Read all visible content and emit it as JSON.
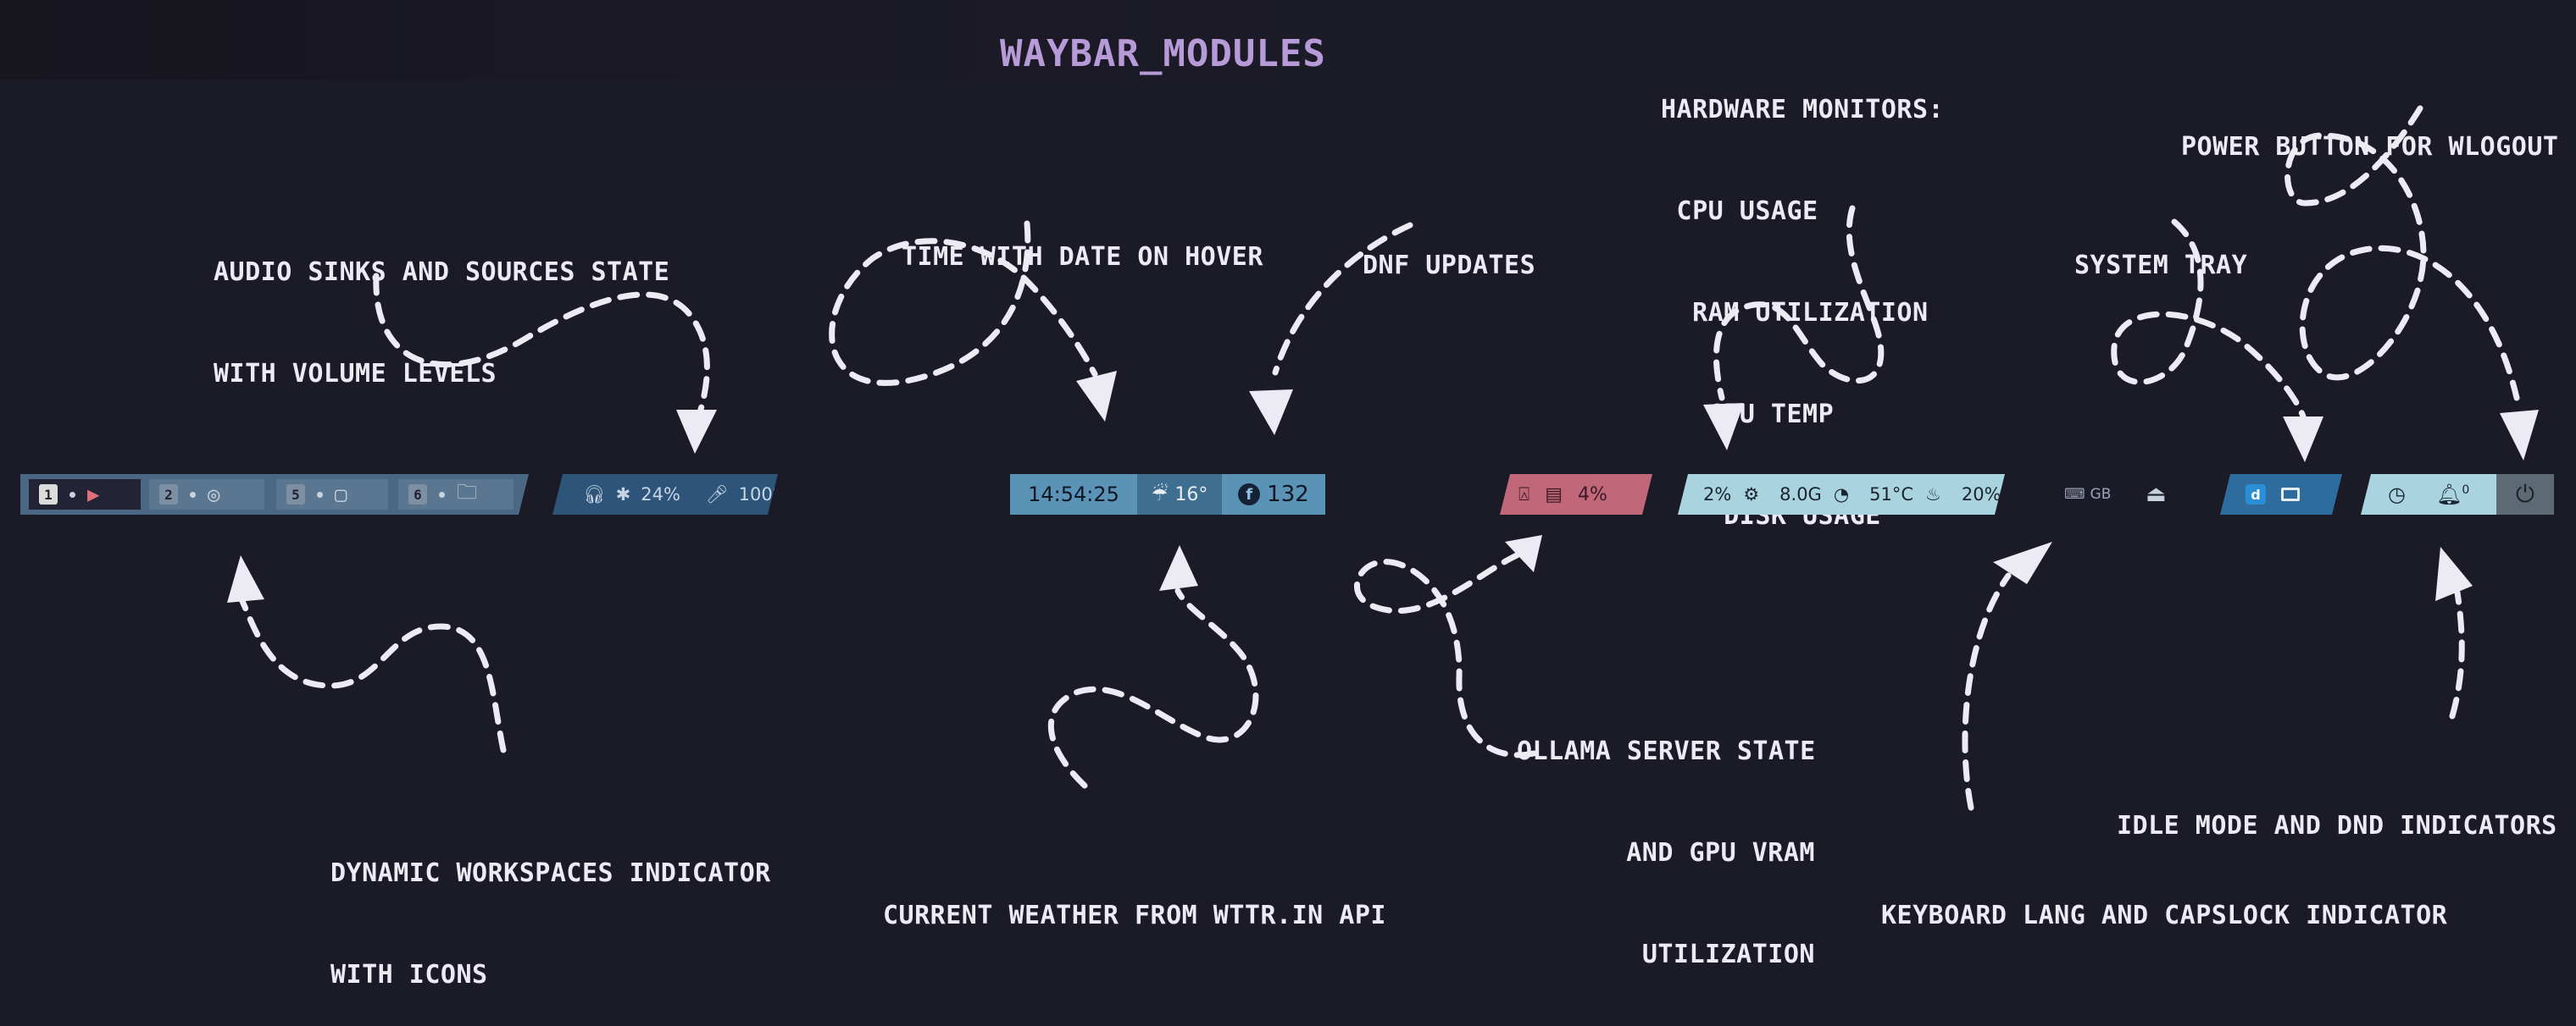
{
  "title": "WAYBAR_MODULES",
  "notes": {
    "audio": [
      "AUDIO SINKS AND SOURCES STATE",
      "WITH VOLUME LEVELS"
    ],
    "time": [
      "TIME WITH DATE ON HOVER"
    ],
    "dnf": [
      "DNF UPDATES"
    ],
    "hardware": [
      "HARDWARE MONITORS:",
      " CPU USAGE",
      "  RAM UTILIZATION",
      "   CPU TEMP",
      "    DISK USAGE"
    ],
    "tray": [
      "SYSTEM TRAY"
    ],
    "power": [
      "POWER BUTTON FOR WLOGOUT"
    ],
    "workspaces": [
      "DYNAMIC WORKSPACES INDICATOR",
      "WITH ICONS"
    ],
    "weather": [
      "CURRENT WEATHER FROM WTTR.IN API"
    ],
    "ollama": [
      "OLLAMA SERVER STATE",
      "AND GPU VRAM",
      "UTILIZATION"
    ],
    "keyboard": [
      "KEYBOARD LANG AND CAPSLOCK INDICATOR"
    ],
    "idle": [
      "IDLE MODE AND DND INDICATORS"
    ]
  },
  "bar": {
    "workspaces": [
      {
        "num": "1",
        "icon": "terminal-icon",
        "glyph": "▶"
      },
      {
        "num": "2",
        "icon": "target-icon",
        "glyph": "◎"
      },
      {
        "num": "5",
        "icon": "window-icon",
        "glyph": "▢"
      },
      {
        "num": "6",
        "icon": "folder-icon",
        "glyph": "🗀"
      }
    ],
    "audio": {
      "sink_icon": "headphones-icon",
      "bt_icon": "bluetooth-icon",
      "sink_volume": "24%",
      "source_icon": "microphone-icon",
      "source_volume": "100%"
    },
    "clock": "14:54:25",
    "weather": {
      "icon": "rain-cloud-icon",
      "temp": "16°"
    },
    "dnf": {
      "icon": "fedora-icon",
      "count": "132"
    },
    "ollama": {
      "icon": "llama-icon",
      "gpu_icon": "gpu-icon",
      "vram": "4%"
    },
    "hardware": {
      "cpu": "2%",
      "ram": "8.0G",
      "temp": "51°C",
      "disk": "20%"
    },
    "keyboard": {
      "icon": "keyboard-icon",
      "lang": "GB"
    },
    "capslock_icon": "eject-icon",
    "tray": [
      "app-icon",
      "screen-icon"
    ],
    "idle": {
      "idle_icon": "clock-lock-icon",
      "dnd_icon": "bell-icon",
      "notifications": "0"
    },
    "power_icon": "power-icon"
  },
  "colors": {
    "background": "#1b1a27",
    "title": "#b79ad8",
    "workspaces_bg": "#4a6883",
    "audio_bg": "#2f5479",
    "clock_bg": "#5b93b6",
    "weather_bg": "#3f6f90",
    "ollama_bg": "#c0687a",
    "hardware_bg": "#a9d3df",
    "tray_bg": "#2f6c9e",
    "power_bg": "#5d6a73"
  }
}
